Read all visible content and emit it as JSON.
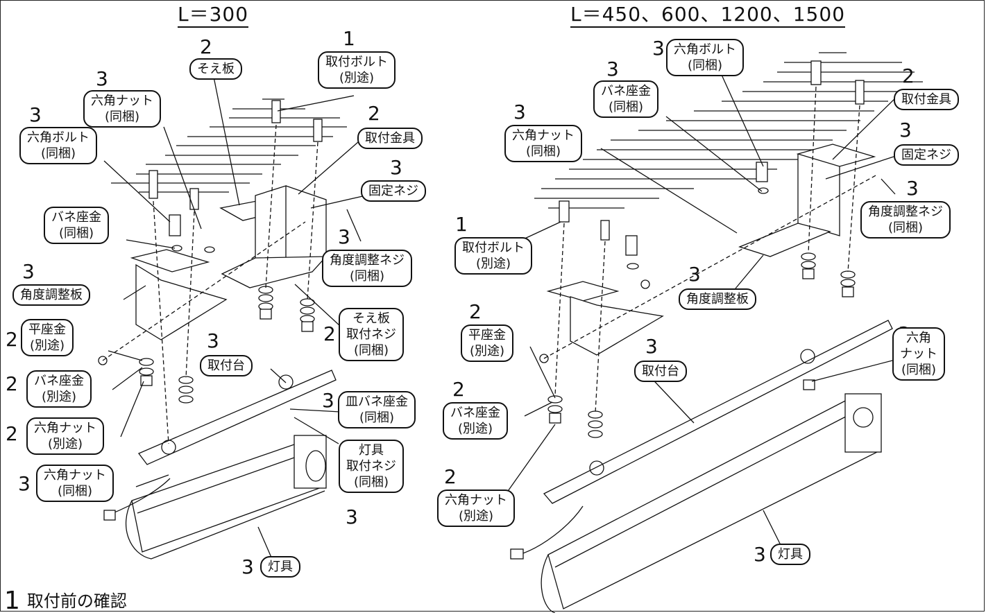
{
  "left": {
    "title": "L＝300",
    "labels": [
      {
        "id": "l-bolt",
        "num": "1",
        "lines": [
          "取付ボルト",
          "(別途)"
        ]
      },
      {
        "id": "l-soe",
        "num": "2",
        "lines": [
          "そえ板"
        ]
      },
      {
        "id": "l-nut",
        "num": "3",
        "lines": [
          "六角ナット",
          "(同梱)"
        ]
      },
      {
        "id": "l-hexbolt",
        "num": "3",
        "lines": [
          "六角ボルト",
          "(同梱)"
        ]
      },
      {
        "id": "l-bracket",
        "num": "2",
        "lines": [
          "取付金具"
        ]
      },
      {
        "id": "l-fix",
        "num": "3",
        "lines": [
          "固定ネジ"
        ]
      },
      {
        "id": "l-spring",
        "num": "",
        "lines": [
          "バネ座金",
          "(同梱)"
        ]
      },
      {
        "id": "l-angle",
        "num": "3",
        "lines": [
          "角度調整ネジ",
          "(同梱)"
        ]
      },
      {
        "id": "l-plate",
        "num": "3",
        "lines": [
          "角度調整板"
        ]
      },
      {
        "id": "l-soescrew",
        "num": "2",
        "lines": [
          "そえ板",
          "取付ネジ",
          "(同梱)"
        ]
      },
      {
        "id": "l-flat",
        "num": "2",
        "lines": [
          "平座金",
          "(別途)"
        ]
      },
      {
        "id": "l-base",
        "num": "3",
        "lines": [
          "取付台"
        ]
      },
      {
        "id": "l-spring2",
        "num": "2",
        "lines": [
          "バネ座金",
          "(別途)"
        ]
      },
      {
        "id": "l-dish",
        "num": "3",
        "lines": [
          "皿バネ座金",
          "(同梱)"
        ]
      },
      {
        "id": "l-nut2",
        "num": "2",
        "lines": [
          "六角ナット",
          "(別途)"
        ]
      },
      {
        "id": "l-fixscrew",
        "num": "",
        "lines": [
          "灯具",
          "取付ネジ",
          "(同梱)"
        ]
      },
      {
        "id": "l-nut3",
        "num": "3",
        "lines": [
          "六角ナット",
          "(同梱)"
        ]
      },
      {
        "id": "l-lamp",
        "num": "3",
        "lines": [
          "灯具"
        ]
      }
    ],
    "extra_num": "3"
  },
  "right": {
    "title": "L＝450、600、1200、1500",
    "labels": [
      {
        "id": "r-hexbolt",
        "num": "3",
        "lines": [
          "六角ボルト",
          "(同梱)"
        ]
      },
      {
        "id": "r-spring",
        "num": "3",
        "lines": [
          "バネ座金",
          "(同梱)"
        ]
      },
      {
        "id": "r-bracket",
        "num": "2",
        "lines": [
          "取付金具"
        ]
      },
      {
        "id": "r-nut",
        "num": "3",
        "lines": [
          "六角ナット",
          "(同梱)"
        ]
      },
      {
        "id": "r-fix",
        "num": "3",
        "lines": [
          "固定ネジ"
        ]
      },
      {
        "id": "r-angle",
        "num": "3",
        "lines": [
          "角度調整ネジ",
          "(同梱)"
        ]
      },
      {
        "id": "r-bolt",
        "num": "1",
        "lines": [
          "取付ボルト",
          "(別途)"
        ]
      },
      {
        "id": "r-plate",
        "num": "3",
        "lines": [
          "角度調整板"
        ]
      },
      {
        "id": "r-flat",
        "num": "2",
        "lines": [
          "平座金",
          "(別途)"
        ]
      },
      {
        "id": "r-base",
        "num": "3",
        "lines": [
          "取付台"
        ]
      },
      {
        "id": "r-nut2",
        "num": "3",
        "lines": [
          "六角",
          "ナット",
          "(同梱)"
        ]
      },
      {
        "id": "r-spring2",
        "num": "2",
        "lines": [
          "バネ座金",
          "(別途)"
        ]
      },
      {
        "id": "r-nut3",
        "num": "2",
        "lines": [
          "六角ナット",
          "(別途)"
        ]
      },
      {
        "id": "r-lamp",
        "num": "3",
        "lines": [
          "灯具"
        ]
      }
    ]
  },
  "footer": {
    "number": "1",
    "text": "取付前の確認"
  }
}
